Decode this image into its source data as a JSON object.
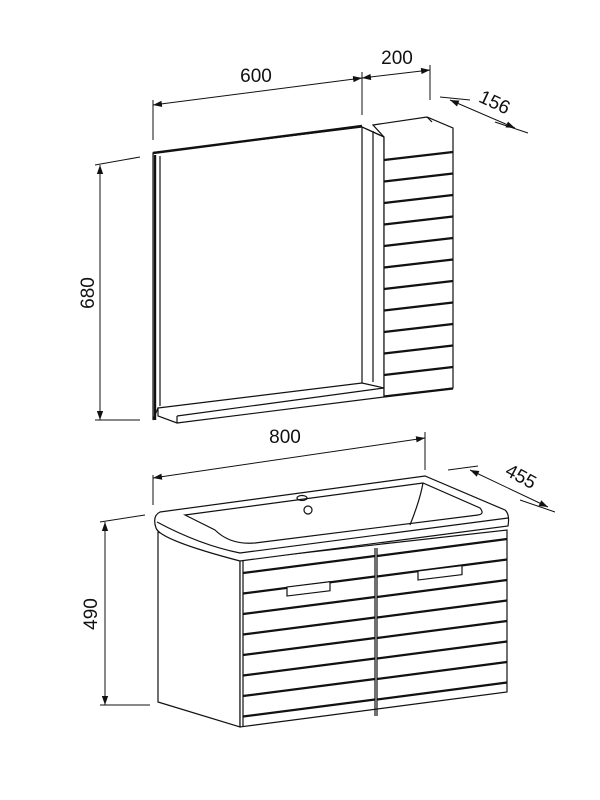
{
  "dimensions": {
    "mirror_width": "600",
    "shelf_width": "200",
    "shelf_depth": "156",
    "mirror_height": "680",
    "vanity_width": "800",
    "vanity_depth": "455",
    "vanity_height": "490"
  },
  "colors": {
    "line": "#111111",
    "background": "#ffffff"
  }
}
